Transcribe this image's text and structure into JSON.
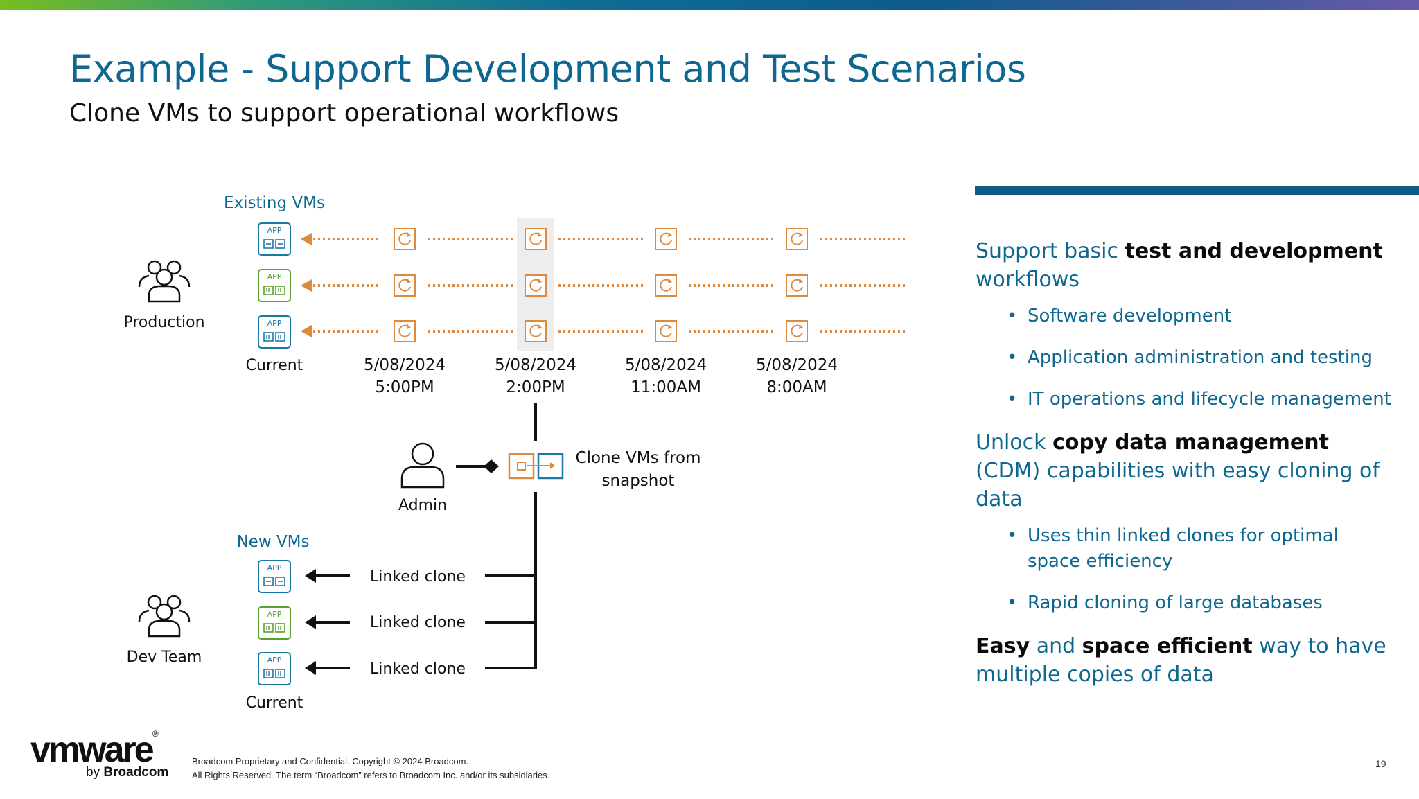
{
  "title": "Example - Support Development and Test Scenarios",
  "subtitle": "Clone VMs to support operational workflows",
  "diagram": {
    "existing_vms_label": "Existing VMs",
    "new_vms_label": "New VMs",
    "production_label": "Production",
    "dev_team_label": "Dev Team",
    "admin_label": "Admin",
    "current_label_top": "Current",
    "current_label_bottom": "Current",
    "app_badge": "APP",
    "snapshots": [
      {
        "date": "5/08/2024",
        "time": "5:00PM"
      },
      {
        "date": "5/08/2024",
        "time": "2:00PM"
      },
      {
        "date": "5/08/2024",
        "time": "11:00AM"
      },
      {
        "date": "5/08/2024",
        "time": "8:00AM"
      }
    ],
    "clone_label_line1": "Clone VMs from",
    "clone_label_line2": "snapshot",
    "linked_clones": [
      "Linked clone",
      "Linked clone",
      "Linked clone"
    ],
    "colors": {
      "orange": "#dd8a3e",
      "blue": "#1b79a8",
      "green": "#5aa02c",
      "highlight": "#ededed"
    },
    "icons": [
      "users-group-icon",
      "admin-person-icon",
      "app-vm-icon",
      "snapshot-icon",
      "clone-icon"
    ]
  },
  "right_panel": {
    "section1": {
      "pre": "Support basic ",
      "bold": "test and development",
      "post": " workflows"
    },
    "section1_bullets": [
      "Software development",
      "Application administration and testing",
      "IT operations and lifecycle management"
    ],
    "section2": {
      "pre": "Unlock ",
      "bold": "copy data management",
      "post": " (CDM) capabilities with easy cloning of data"
    },
    "section2_bullets": [
      "Uses thin linked clones for optimal space efficiency",
      "Rapid cloning of large databases"
    ],
    "section3": {
      "bold1": "Easy",
      "mid1": " and ",
      "bold2": "space efficient",
      "post": " way to have multiple copies of data"
    }
  },
  "footer": {
    "logo_word": "vmware",
    "logo_reg": "®",
    "logo_by": "by",
    "logo_brand": "Broadcom",
    "copyright_line1": "Broadcom Proprietary and Confidential. Copyright © 2024 Broadcom.",
    "copyright_line2": "All Rights Reserved. The term “Broadcom” refers to Broadcom Inc. and/or its subsidiaries.",
    "page_number": "19"
  }
}
